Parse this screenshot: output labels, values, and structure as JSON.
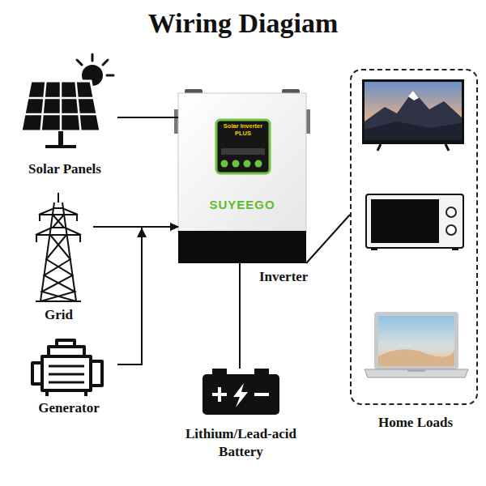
{
  "diagram": {
    "title": "Wiring Diagiam",
    "nodes": [
      {
        "text": [
          "Solar Panels"
        ]
      },
      {
        "text": [
          "Solar Inverter PLUS",
          "SUYEEGO",
          "Inverter"
        ]
      },
      {
        "text": [
          "Home Loads"
        ]
      },
      {
        "text": [
          "Grid"
        ]
      },
      {
        "text": [
          "Generator"
        ]
      },
      {
        "text": [
          "Lithium/Lead-acid Battery"
        ]
      }
    ],
    "edges": [
      {
        "from": 0,
        "to": 1,
        "arrow": "none"
      },
      {
        "from": 3,
        "to": 1,
        "arrow": "to"
      },
      {
        "from": 4,
        "to": 1,
        "arrow": "to"
      },
      {
        "from": 1,
        "to": 5,
        "arrow": "none"
      },
      {
        "from": 1,
        "to": 2,
        "arrow": "none"
      }
    ]
  }
}
